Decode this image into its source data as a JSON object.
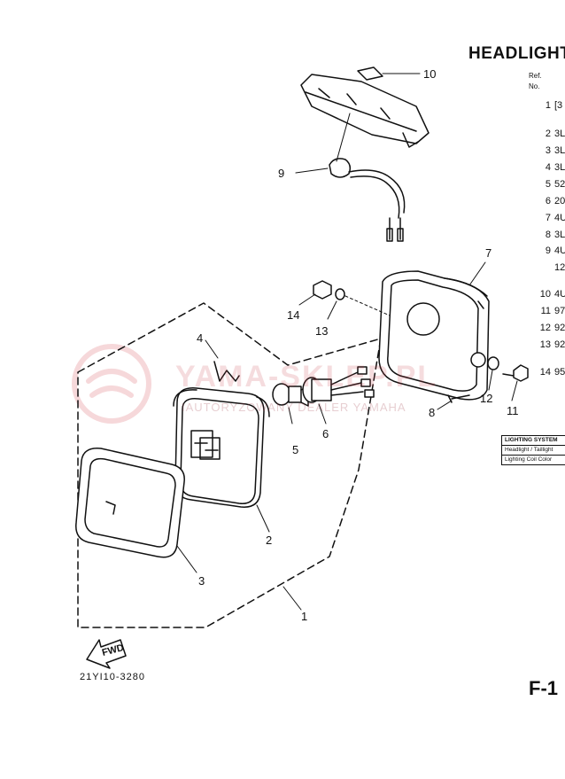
{
  "header": {
    "title": "HEADLIGHT",
    "ref_label": "Ref.",
    "no_label": "No."
  },
  "ref_rows": [
    {
      "no": "1",
      "code": "[3"
    },
    {
      "no": "2",
      "code": "3L"
    },
    {
      "no": "3",
      "code": "3L"
    },
    {
      "no": "4",
      "code": "3L"
    },
    {
      "no": "5",
      "code": "52"
    },
    {
      "no": "6",
      "code": "20"
    },
    {
      "no": "7",
      "code": "4U"
    },
    {
      "no": "8",
      "code": "3L"
    },
    {
      "no": "9",
      "code": "4U"
    },
    {
      "no": "",
      "code": "12"
    },
    {
      "no": "10",
      "code": "4U"
    },
    {
      "no": "11",
      "code": "97"
    },
    {
      "no": "12",
      "code": "92"
    },
    {
      "no": "13",
      "code": "92"
    },
    {
      "no": "14",
      "code": "95"
    }
  ],
  "system_box": {
    "heading": "LIGHTING SYSTEM",
    "row1": "Headlight / Taillight",
    "row2": "Lighting Coil Color"
  },
  "callouts": [
    "1",
    "2",
    "3",
    "4",
    "5",
    "6",
    "7",
    "8",
    "9",
    "10",
    "11",
    "12",
    "13",
    "14"
  ],
  "fwd_label": "FWD",
  "diagram_code": "21YI10-3280",
  "sheet_code": "F-1",
  "watermark": {
    "main": "YAMA-SKLEP.PL",
    "sub": "IAUTORYZOWANY DEALER YAMAHA"
  },
  "colors": {
    "ink": "#111111",
    "watermark": "#d23c46"
  }
}
